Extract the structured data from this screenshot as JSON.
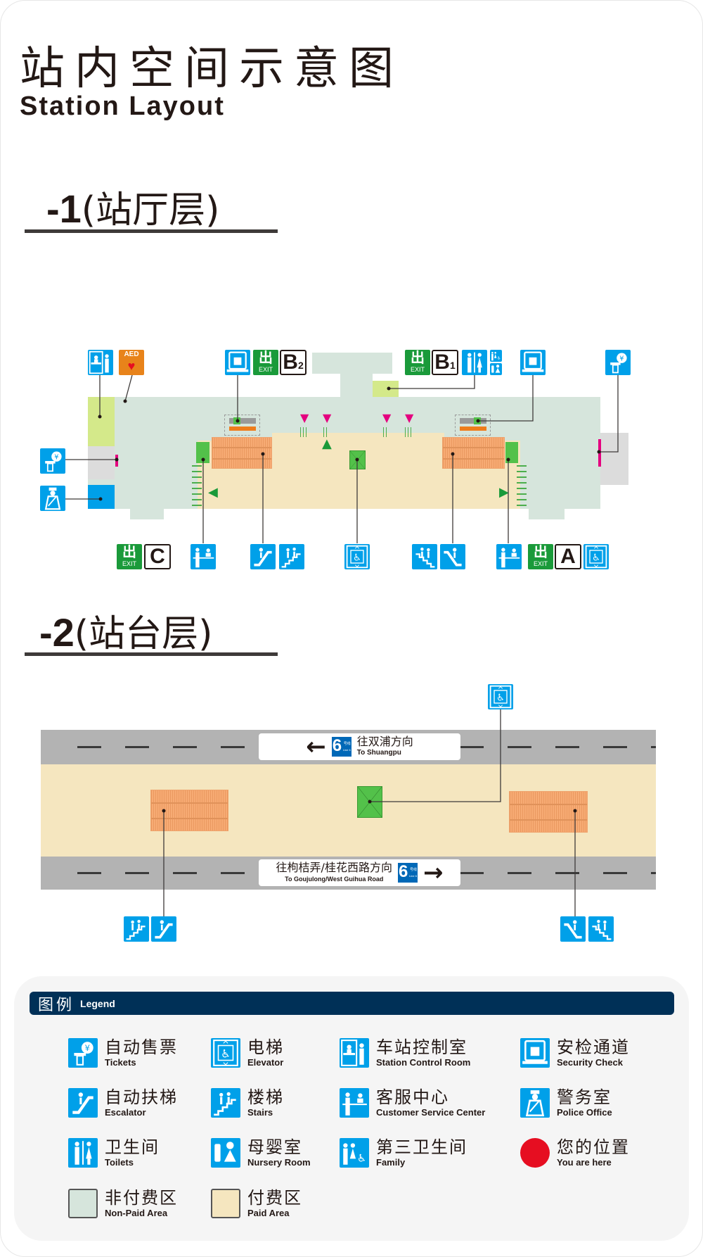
{
  "header": {
    "title_zh": "站内空间示意图",
    "title_en": "Station Layout"
  },
  "floors": {
    "concourse": {
      "num": "-1",
      "name": "(站厅层)"
    },
    "platform": {
      "num": "-2",
      "name": "(站台层)"
    }
  },
  "exit_sign": {
    "glyph": "出",
    "label": "EXIT"
  },
  "exits": {
    "a": "A",
    "b1": "B",
    "b1_sub": "1",
    "b2": "B",
    "b2_sub": "2",
    "c": "C"
  },
  "aed": "AED",
  "platform": {
    "line": {
      "num": "6",
      "zh": "号线",
      "en": "Line 6"
    },
    "toward_left": {
      "zh": "往双浦方向",
      "en": "To Shuangpu",
      "arrow": "←"
    },
    "toward_right": {
      "zh": "往枸桔弄/桂花西路方向",
      "en": "To Goujulong/West Guihua Road",
      "arrow": "→"
    }
  },
  "legend": {
    "title_zh": "图例",
    "title_en": "Legend",
    "items": [
      {
        "icon": "ticket-icon",
        "zh": "自动售票",
        "en": "Tickets"
      },
      {
        "icon": "elevator-icon",
        "zh": "电梯",
        "en": "Elevator"
      },
      {
        "icon": "control-room-icon",
        "zh": "车站控制室",
        "en": "Station Control Room"
      },
      {
        "icon": "security-check-icon",
        "zh": "安检通道",
        "en": "Security Check"
      },
      {
        "icon": "escalator-icon",
        "zh": "自动扶梯",
        "en": "Escalator"
      },
      {
        "icon": "stairs-icon",
        "zh": "楼梯",
        "en": "Stairs"
      },
      {
        "icon": "customer-service-icon",
        "zh": "客服中心",
        "en": "Customer Service Center"
      },
      {
        "icon": "police-icon",
        "zh": "警务室",
        "en": "Police Office"
      },
      {
        "icon": "toilet-icon",
        "zh": "卫生间",
        "en": "Toilets"
      },
      {
        "icon": "nursery-icon",
        "zh": "母婴室",
        "en": "Nursery Room"
      },
      {
        "icon": "family-toilet-icon",
        "zh": "第三卫生间",
        "en": "Family"
      },
      {
        "icon": "you-are-here-icon",
        "zh": "您的位置",
        "en": "You are here"
      },
      {
        "icon": "non-paid-swatch",
        "zh": "非付费区",
        "en": "Non-Paid Area"
      },
      {
        "icon": "paid-swatch",
        "zh": "付费区",
        "en": "Paid Area"
      }
    ]
  },
  "colors": {
    "sign_blue": "#00a0e9",
    "exit_green": "#1a9a3a",
    "legend_navy": "#003057",
    "non_paid": "#d6e5dc",
    "paid": "#f5e6bf",
    "you_are_here": "#e60e21",
    "aed": "#e8831a"
  }
}
